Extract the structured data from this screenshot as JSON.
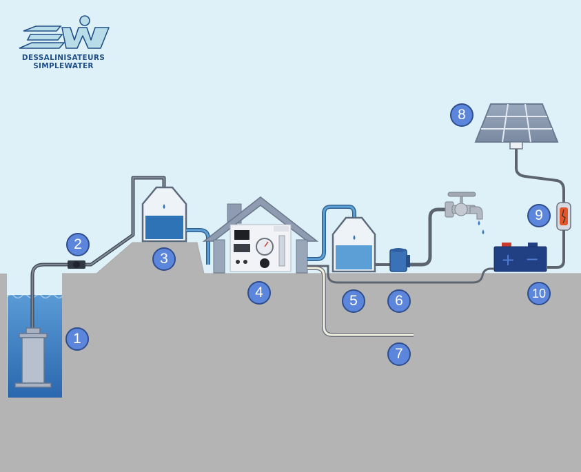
{
  "brand": {
    "logo_text": "SW",
    "line1": "DESSALINISATEURS",
    "line2": "SIMPLEWATER"
  },
  "markers": [
    "1",
    "2",
    "3",
    "4",
    "5",
    "6",
    "7",
    "8",
    "9",
    "10"
  ],
  "colors": {
    "sky": "#dff1f8",
    "ground": "#b4b4b4",
    "water": "#2f73b7",
    "pipe": "#5c6470",
    "badge_fill": "#5c86dc",
    "badge_border": "#2e4d8c",
    "brand_blue": "#1f4f86",
    "battery": "#213f83",
    "fuse": "#e2562b"
  },
  "icons": {
    "pump": "submersible-pump-icon",
    "valve": "valve-icon",
    "raw_tank": "raw-water-tank-icon",
    "desalinator": "desalinator-unit-icon",
    "clean_tank": "fresh-water-tank-icon",
    "filter": "filter-icon",
    "brine": "brine-outlet-pipe-icon",
    "solar": "solar-panel-icon",
    "fuse": "fuse-icon",
    "battery": "battery-icon",
    "tap": "tap-icon"
  }
}
